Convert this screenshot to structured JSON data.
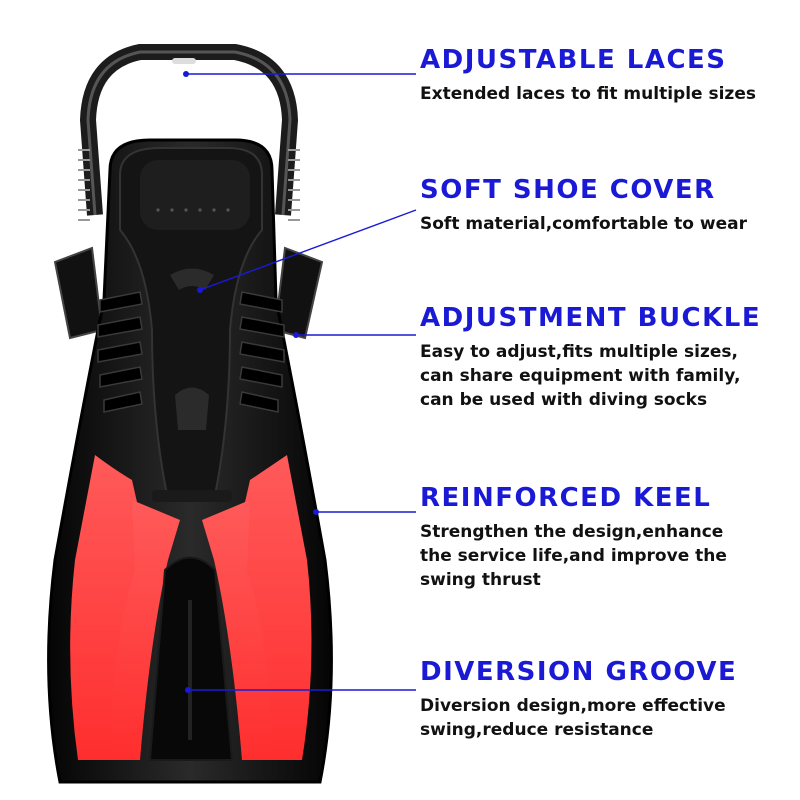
{
  "colors": {
    "accent": "#1a1ad6",
    "description_text": "#111111",
    "fin_body": "#0c0c0c",
    "fin_blade": "#ff3b3b"
  },
  "product_image": {
    "subject": "diving fin (black with red blade)"
  },
  "features": [
    {
      "title": "ADJUSTABLE LACES",
      "description": "Extended laces to fit multiple sizes"
    },
    {
      "title": "SOFT SHOE COVER",
      "description": "Soft material,comfortable to wear"
    },
    {
      "title": "ADJUSTMENT BUCKLE",
      "description": "Easy to adjust,fits multiple sizes,\ncan share equipment with family,\ncan be used with diving socks"
    },
    {
      "title": "REINFORCED KEEL",
      "description": "Strengthen the design,enhance\nthe service life,and improve the\nswing thrust"
    },
    {
      "title": "DIVERSION GROOVE",
      "description": "Diversion design,more effective\nswing,reduce resistance"
    }
  ]
}
